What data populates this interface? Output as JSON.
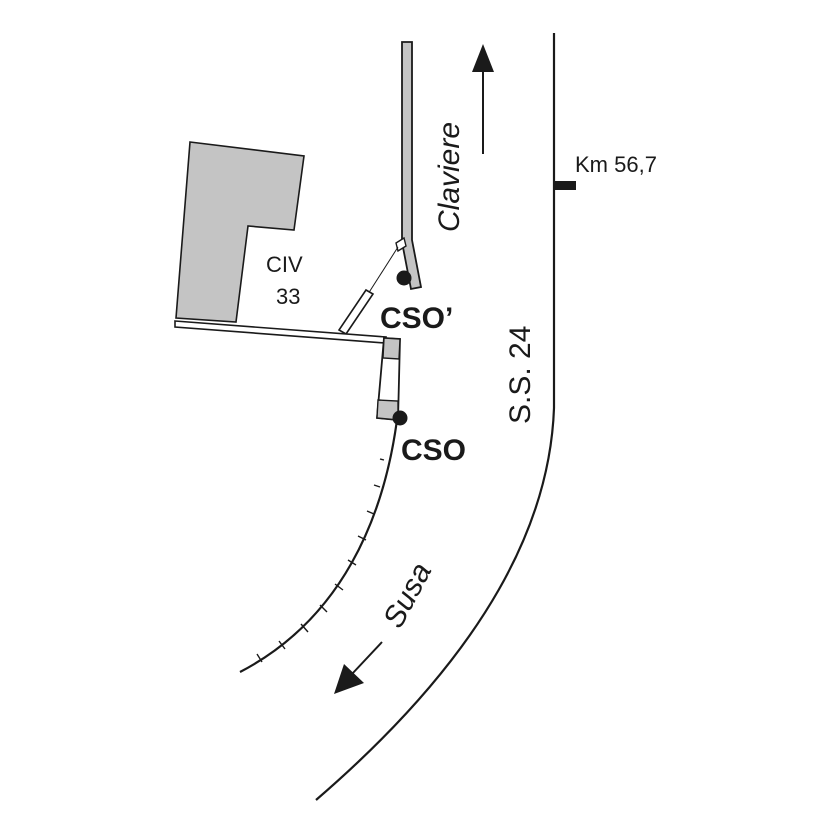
{
  "map": {
    "colors": {
      "ink": "#1a1a1a",
      "building_fill": "#c4c4c4",
      "background": "#ffffff"
    },
    "labels": {
      "direction_north": "Claviere",
      "direction_south": "Susa",
      "road": "S.S. 24",
      "kilometer_marker": "Km 56,7",
      "building_line1": "CIV",
      "building_line2": "33",
      "site_upper": "CSO’",
      "site_lower": "CSO"
    }
  }
}
